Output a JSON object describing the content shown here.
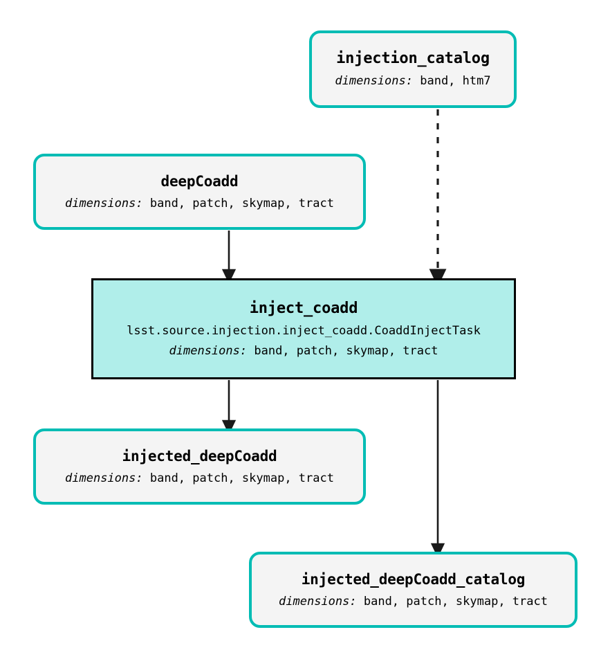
{
  "diagram": {
    "type": "pipeline-dag",
    "colors": {
      "dataset_border": "#00bcb4",
      "dataset_fill": "#f4f4f4",
      "task_border": "#000000",
      "task_fill": "#b0eeea",
      "edge": "#1a1a1a",
      "background": "#ffffff"
    },
    "dimensions_label": "dimensions:",
    "nodes": [
      {
        "id": "injection_catalog",
        "kind": "dataset",
        "title": "injection_catalog",
        "dimensions": "band, htm7"
      },
      {
        "id": "deepCoadd",
        "kind": "dataset",
        "title": "deepCoadd",
        "dimensions": "band, patch, skymap, tract"
      },
      {
        "id": "inject_coadd",
        "kind": "task",
        "title": "inject_coadd",
        "class_path": "lsst.source.injection.inject_coadd.CoaddInjectTask",
        "dimensions": "band, patch, skymap, tract"
      },
      {
        "id": "injected_deepCoadd",
        "kind": "dataset",
        "title": "injected_deepCoadd",
        "dimensions": "band, patch, skymap, tract"
      },
      {
        "id": "injected_deepCoadd_catalog",
        "kind": "dataset",
        "title": "injected_deepCoadd_catalog",
        "dimensions": "band, patch, skymap, tract"
      }
    ],
    "edges": [
      {
        "id": "edge-injection-catalog-to-inject-coadd",
        "from": "injection_catalog",
        "to": "inject_coadd",
        "style": "dashed"
      },
      {
        "id": "edge-deepcoadd-to-inject-coadd",
        "from": "deepCoadd",
        "to": "inject_coadd",
        "style": "solid"
      },
      {
        "id": "edge-inject-coadd-to-injected-deepcoadd",
        "from": "inject_coadd",
        "to": "injected_deepCoadd",
        "style": "solid"
      },
      {
        "id": "edge-inject-coadd-to-injected-deepcoadd-catalog",
        "from": "inject_coadd",
        "to": "injected_deepCoadd_catalog",
        "style": "solid"
      }
    ]
  }
}
